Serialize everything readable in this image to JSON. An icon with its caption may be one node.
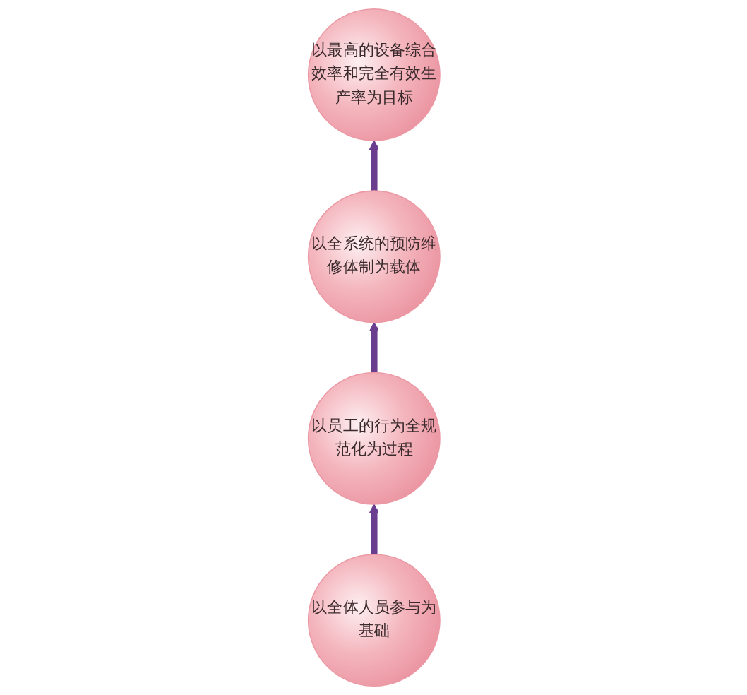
{
  "diagram": {
    "nodes": [
      {
        "text": [
          "以最高的设备综合效率和完全有效生产率为目标"
        ]
      },
      {
        "text": [
          "以全系统的预防维修体制为载体"
        ]
      },
      {
        "text": [
          "以员工的行为全规范化为过程"
        ]
      },
      {
        "text": [
          "以全体人员参与为基础"
        ]
      }
    ],
    "edges": [
      {
        "from": 3,
        "to": 2,
        "arrow": "to"
      },
      {
        "from": 2,
        "to": 1,
        "arrow": "to"
      },
      {
        "from": 1,
        "to": 0,
        "arrow": "to"
      }
    ]
  }
}
